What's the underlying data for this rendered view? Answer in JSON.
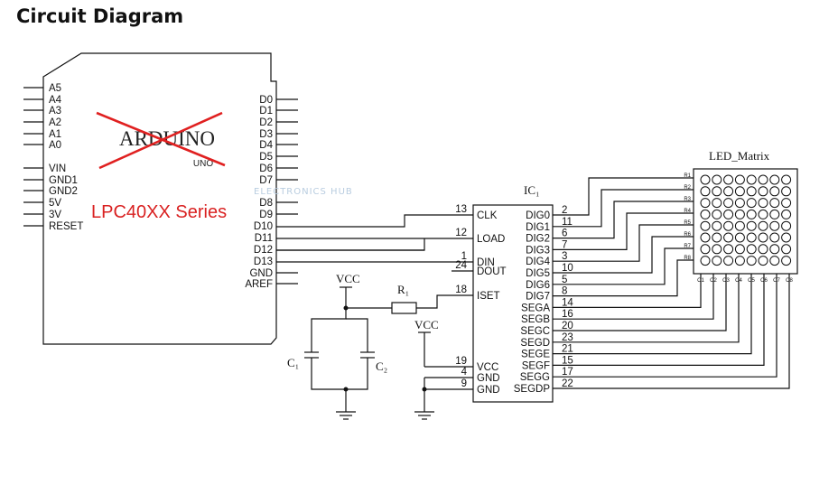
{
  "title": "Circuit Diagram",
  "arduino": {
    "logo": "ARDUINO",
    "model": "UNO",
    "left_pins": [
      "A5",
      "A4",
      "A3",
      "A2",
      "A1",
      "A0",
      "VIN",
      "GND1",
      "GND2",
      "5V",
      "3V",
      "RESET"
    ],
    "right_pins": [
      "D0",
      "D1",
      "D2",
      "D3",
      "D4",
      "D5",
      "D6",
      "D7",
      "D8",
      "D9",
      "D10",
      "D11",
      "D12",
      "D13",
      "GND",
      "AREF"
    ]
  },
  "overlay_label": "LPC40XX Series",
  "watermark": "ELECTRONICS HUB",
  "ic": {
    "ref": "IC₁",
    "left_pins": [
      {
        "name": "CLK",
        "num": "13"
      },
      {
        "name": "LOAD",
        "num": "12"
      },
      {
        "name": "DIN",
        "num": "1"
      },
      {
        "name": "DOUT",
        "num": "24"
      },
      {
        "name": "ISET",
        "num": "18"
      },
      {
        "name": "VCC",
        "num": "19"
      },
      {
        "name": "GND",
        "num": "4"
      },
      {
        "name": "GND",
        "num": "9"
      }
    ],
    "right_pins": [
      {
        "name": "DIG0",
        "num": "2"
      },
      {
        "name": "DIG1",
        "num": "11"
      },
      {
        "name": "DIG2",
        "num": "6"
      },
      {
        "name": "DIG3",
        "num": "7"
      },
      {
        "name": "DIG4",
        "num": "3"
      },
      {
        "name": "DIG5",
        "num": "10"
      },
      {
        "name": "DIG6",
        "num": "5"
      },
      {
        "name": "DIG7",
        "num": "8"
      },
      {
        "name": "SEGA",
        "num": "14"
      },
      {
        "name": "SEGB",
        "num": "16"
      },
      {
        "name": "SEGC",
        "num": "20"
      },
      {
        "name": "SEGD",
        "num": "23"
      },
      {
        "name": "SEGE",
        "num": "21"
      },
      {
        "name": "SEGF",
        "num": "15"
      },
      {
        "name": "SEGG",
        "num": "17"
      },
      {
        "name": "SEGDP",
        "num": "22"
      }
    ]
  },
  "matrix": {
    "label": "LED_Matrix",
    "rows": [
      "R1",
      "R2",
      "R3",
      "R4",
      "R5",
      "R6",
      "R7",
      "R8"
    ],
    "cols": [
      "C1",
      "C2",
      "C3",
      "C4",
      "C5",
      "C6",
      "C7",
      "C8"
    ]
  },
  "vcc1": "VCC",
  "vcc2": "VCC",
  "r1": "R₁",
  "c1": "C₁",
  "c2": "C₂"
}
